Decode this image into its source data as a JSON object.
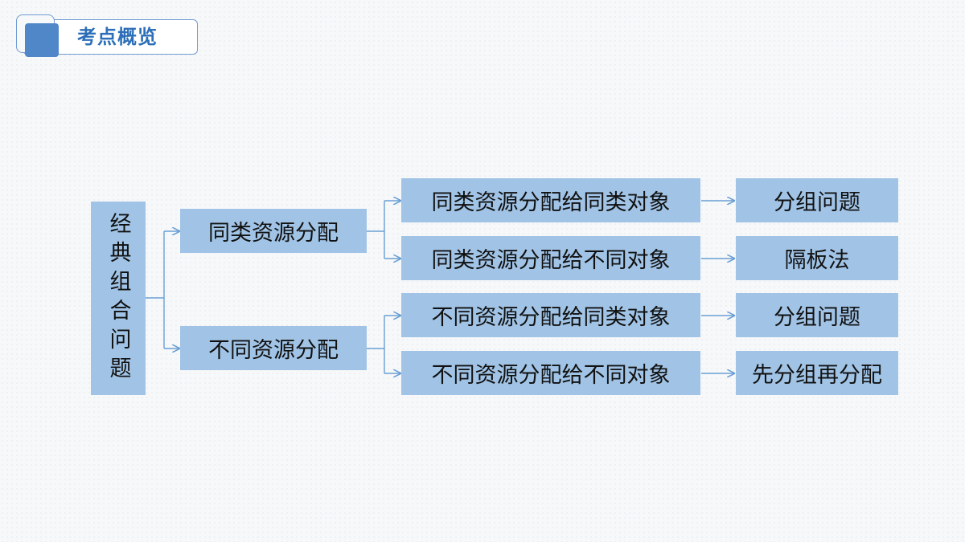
{
  "header": {
    "title": "考点概览"
  },
  "diagram": {
    "root": {
      "label": "经典组合问题"
    },
    "branches": [
      {
        "label": "同类资源分配",
        "children": [
          {
            "label": "同类资源分配给同类对象",
            "result": "分组问题"
          },
          {
            "label": "同类资源分配给不同对象",
            "result": "隔板法"
          }
        ]
      },
      {
        "label": "不同资源分配",
        "children": [
          {
            "label": "不同资源分配给同类对象",
            "result": "分组问题"
          },
          {
            "label": "不同资源分配给不同对象",
            "result": "先分组再分配"
          }
        ]
      }
    ],
    "colors": {
      "box_fill": "#a1c4e6",
      "connector": "#6a9fd4",
      "accent": "#4f87c9"
    }
  }
}
